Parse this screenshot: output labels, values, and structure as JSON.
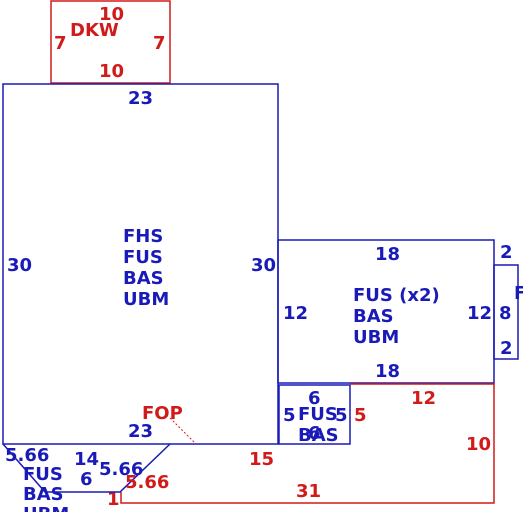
{
  "colors": {
    "blue": "#1a1ab8",
    "red": "#d11a1a",
    "background": "#ffffff"
  },
  "dkw": {
    "name": "DKW",
    "top": "10",
    "bottom": "10",
    "left": "7",
    "right": "7"
  },
  "main": {
    "labels": [
      "FHS",
      "FUS",
      "BAS",
      "UBM"
    ],
    "top": "23",
    "left": "30",
    "right": "30",
    "bottom": "23"
  },
  "right_block": {
    "labels": [
      "FUS (x2)",
      "BAS",
      "UBM"
    ],
    "top": "18",
    "bottom": "18",
    "left": "12",
    "right": "12"
  },
  "far_right": {
    "top": "2",
    "middle": "8",
    "bottom": "2",
    "edge_label": "F"
  },
  "small_box": {
    "labels": [
      "FUS",
      "BAS"
    ],
    "top": "6",
    "left": "5",
    "right": "5",
    "bottom": "6"
  },
  "fop": {
    "name": "FOP",
    "right_top": "5",
    "top": "12",
    "right": "10",
    "bottom": "31",
    "left_bottom": "1",
    "mid": "15"
  },
  "bottom_left": {
    "labels": [
      "FUS",
      "BAS",
      "UBM"
    ],
    "left_top": "5.66",
    "top": "14",
    "inner": "6",
    "diag": "5.66",
    "red_diag": "5.66"
  }
}
